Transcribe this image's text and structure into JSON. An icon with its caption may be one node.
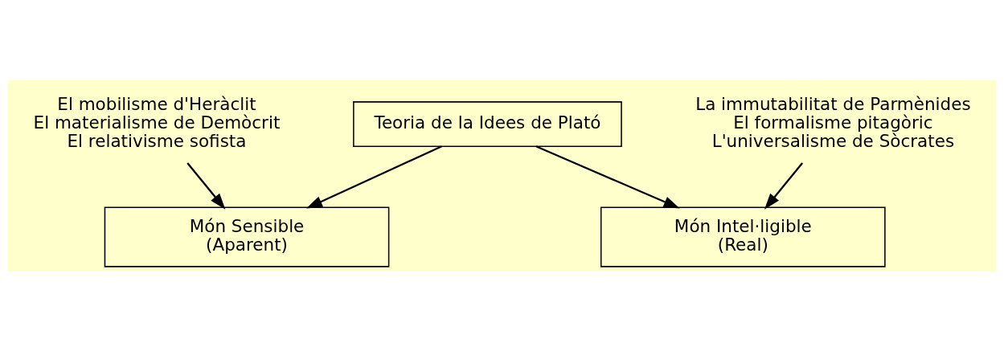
{
  "diagram": {
    "nodes": [
      {
        "text": [
          "El mobilisme d'Heràclit",
          "El materialisme de Demòcrit",
          "El relativisme sofista"
        ]
      },
      {
        "text": [
          "Teoria de la Idees de Plató"
        ]
      },
      {
        "text": [
          "La immutabilitat de Parmènides",
          "El formalisme pitagòric",
          "L'universalisme de Sòcrates"
        ]
      },
      {
        "text": [
          "Món Sensible",
          "(Aparent)"
        ]
      },
      {
        "text": [
          "Món Intel·ligible",
          "(Real)"
        ]
      }
    ],
    "edges": [
      {
        "from": 0,
        "to": 3,
        "arrow": "to"
      },
      {
        "from": 2,
        "to": 4,
        "arrow": "to"
      },
      {
        "from": 1,
        "to": 3,
        "arrow": "to"
      },
      {
        "from": 1,
        "to": 4,
        "arrow": "to"
      }
    ]
  }
}
